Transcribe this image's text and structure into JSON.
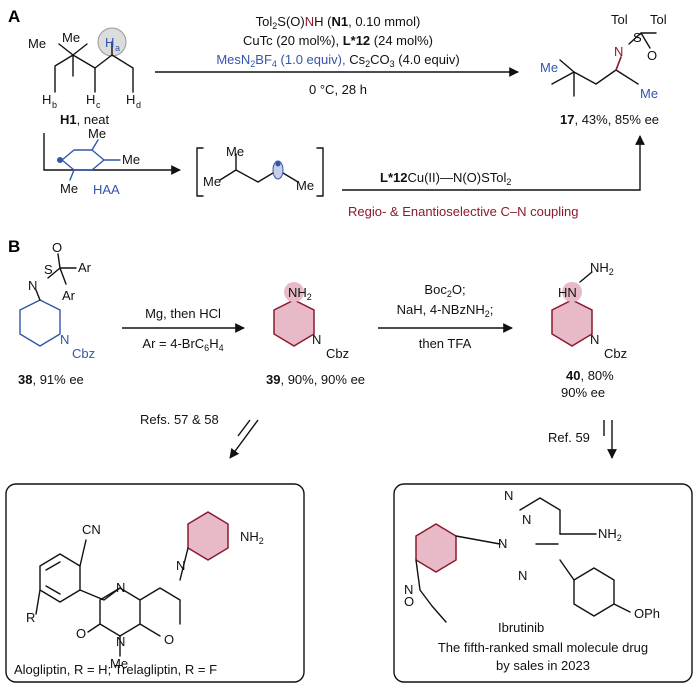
{
  "panel_a": {
    "label": "A",
    "substrate_label": "H1",
    "substrate_suffix": ", neat",
    "atom_me": "Me",
    "atom_ha": "H",
    "atom_ha_sub": "a",
    "atom_hb": "H",
    "atom_hb_sub": "b",
    "atom_hc": "H",
    "atom_hc_sub": "c",
    "atom_hd": "H",
    "atom_hd_sub": "d",
    "cond_line1_a": "Tol",
    "cond_line1_b": "2",
    "cond_line1_c": "S(O)",
    "cond_line1_n": "N",
    "cond_line1_d": "H (",
    "cond_line1_bold": "N1",
    "cond_line1_e": ", 0.10 mmol)",
    "cond_line2_a": "CuTc (20 mol%), ",
    "cond_line2_bold": "L*12",
    "cond_line2_b": " (24 mol%)",
    "cond_line3_blue": "MesN",
    "cond_line3_blue_sub": "2",
    "cond_line3_blue_b": "BF",
    "cond_line3_blue_sub2": "4",
    "cond_line3_blue_c": " (1.0 equiv), ",
    "cond_line3_black": "Cs",
    "cond_line3_black_sub": "2",
    "cond_line3_black_b": "CO",
    "cond_line3_black_sub2": "3",
    "cond_line3_black_c": " (4.0 equiv)",
    "cond_line4": "0 °C, 28 h",
    "product_label": "17",
    "product_suffix": ", 43%, 85% ee",
    "prod_tol": "Tol",
    "prod_n": "N",
    "prod_s": "S",
    "prod_o": "O",
    "prod_me": "Me",
    "haa_label": "HAA",
    "radical_me": "Me",
    "coupling_bold": "L*12",
    "coupling_text": "Cu(II)—N(O)STol",
    "coupling_sub": "2",
    "coupling_red": "Regio- & Enantioselective C–N coupling"
  },
  "panel_b": {
    "label": "B",
    "c38_label": "38",
    "c38_suffix": ", 91% ee",
    "c38_o": "O",
    "c38_s": "S",
    "c38_ar": "Ar",
    "c38_n": "N",
    "c38_cbz": "Cbz",
    "step1_top": "Mg, then HCl",
    "step1_bottom": "Ar = 4-BrC",
    "step1_bottom_sub": "6",
    "step1_bottom_b": "H",
    "step1_bottom_sub2": "4",
    "c39_label": "39",
    "c39_suffix": ", 90%, 90% ee",
    "nh2": "NH",
    "nh2_sub": "2",
    "step2_line1": "Boc",
    "step2_line1_sub": "2",
    "step2_line1_b": "O;",
    "step2_line2": "NaH, 4-NBzNH",
    "step2_line2_sub": "2",
    "step2_line2_b": ";",
    "step2_line3": "then TFA",
    "c40_label": "40",
    "c40_suffix": ", 80%",
    "c40_ee": "90% ee",
    "hn": "HN",
    "refs_left": "Refs. 57 & 58",
    "ref_right": "Ref. 59",
    "alogliptin_caption": "Alogliptin, R = H; Trelagliptin, R = F",
    "cn": "CN",
    "r": "R",
    "me": "Me",
    "o": "O",
    "ibrutinib_name": "Ibrutinib",
    "ibrutinib_line1": "The fifth-ranked small molecule drug",
    "ibrutinib_line2": "by sales in 2023",
    "ophe": "OPh"
  }
}
